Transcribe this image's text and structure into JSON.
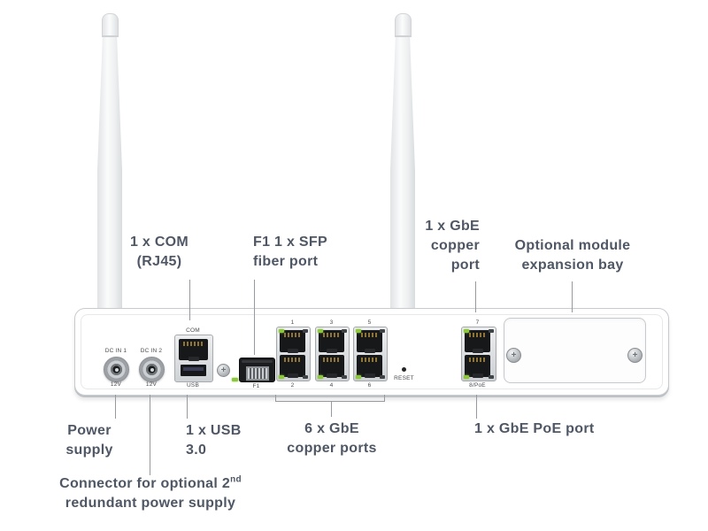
{
  "colors": {
    "label_text": "#4f5765",
    "leader_line": "#96999d",
    "led_green": "#8dc63f",
    "device_border": "#c7cbcf",
    "port_black": "#17181a"
  },
  "callouts": {
    "com": [
      "1 x COM",
      "(RJ45)"
    ],
    "sfp": [
      "F1 1 x SFP",
      "fiber port"
    ],
    "gbe7": [
      "1 x GbE",
      "copper",
      "port"
    ],
    "bay": [
      "Optional module",
      "expansion bay"
    ],
    "power": [
      "Power",
      "supply"
    ],
    "usb": [
      "1 x USB",
      "3.0"
    ],
    "gbe6": [
      "6 x GbE",
      "copper ports"
    ],
    "poe": [
      "1 x GbE PoE port"
    ],
    "connector": {
      "line1_pre": "Connector for optional 2",
      "line1_sup": "nd",
      "line2": "redundant power supply"
    }
  },
  "panel": {
    "dc1": "DC IN 1",
    "dc1_v": "12V",
    "dc2": "DC IN 2",
    "dc2_v": "12V",
    "com": "COM",
    "usb": "USB",
    "f1": "F1",
    "reset": "RESET",
    "p7": "7",
    "p8": "8/PoE",
    "top_ports": [
      "1",
      "3",
      "5"
    ],
    "bottom_ports": [
      "2",
      "4",
      "6"
    ]
  }
}
